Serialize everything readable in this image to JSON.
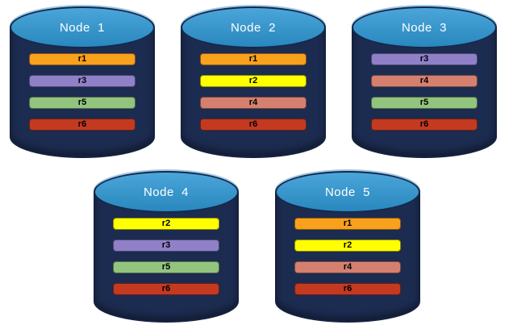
{
  "figure": {
    "background": "#FFFFFF",
    "palette": {
      "cylinder_body": "#1C2B50",
      "cylinder_top": "#2D97D3",
      "cylinder_outline": "#14223F",
      "title_text": "#FFFFFF",
      "bar_text": "#000000",
      "r1": "#F9A11C",
      "r2": "#FFFF00",
      "r3": "#8F80C8",
      "r4": "#D5806F",
      "r5": "#92C47E",
      "r6": "#C33A21"
    }
  },
  "nodes": [
    {
      "title": "Node  1",
      "replicas": [
        {
          "label": "r1",
          "color": "#F9A11C"
        },
        {
          "label": "r3",
          "color": "#8F80C8"
        },
        {
          "label": "r5",
          "color": "#92C47E"
        },
        {
          "label": "r6",
          "color": "#C33A21"
        }
      ]
    },
    {
      "title": "Node  2",
      "replicas": [
        {
          "label": "r1",
          "color": "#F9A11C"
        },
        {
          "label": "r2",
          "color": "#FFFF00"
        },
        {
          "label": "r4",
          "color": "#D5806F"
        },
        {
          "label": "r6",
          "color": "#C33A21"
        }
      ]
    },
    {
      "title": "Node  3",
      "replicas": [
        {
          "label": "r3",
          "color": "#8F80C8"
        },
        {
          "label": "r4",
          "color": "#D5806F"
        },
        {
          "label": "r5",
          "color": "#92C47E"
        },
        {
          "label": "r6",
          "color": "#C33A21"
        }
      ]
    },
    {
      "title": "Node  4",
      "replicas": [
        {
          "label": "r2",
          "color": "#FFFF00"
        },
        {
          "label": "r3",
          "color": "#8F80C8"
        },
        {
          "label": "r5",
          "color": "#92C47E"
        },
        {
          "label": "r6",
          "color": "#C33A21"
        }
      ]
    },
    {
      "title": "Node  5",
      "replicas": [
        {
          "label": "r1",
          "color": "#F9A11C"
        },
        {
          "label": "r2",
          "color": "#FFFF00"
        },
        {
          "label": "r4",
          "color": "#D5806F"
        },
        {
          "label": "r6",
          "color": "#C33A21"
        }
      ]
    }
  ]
}
